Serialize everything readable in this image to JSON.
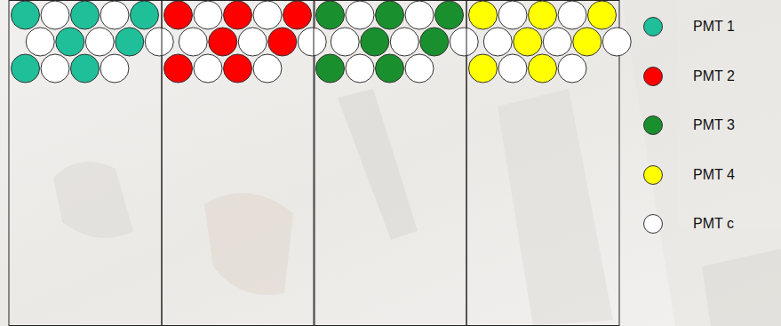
{
  "diagram": {
    "legend": [
      {
        "text": "PMT 1",
        "color": "#1fbf9a"
      },
      {
        "text": "PMT 2",
        "color": "#ff0000"
      },
      {
        "text": "PMT 3",
        "color": "#1a8f2e"
      },
      {
        "text": "PMT 4",
        "color": "#ffff00"
      },
      {
        "text": "PMT c",
        "color": "#ffffff"
      }
    ]
  }
}
